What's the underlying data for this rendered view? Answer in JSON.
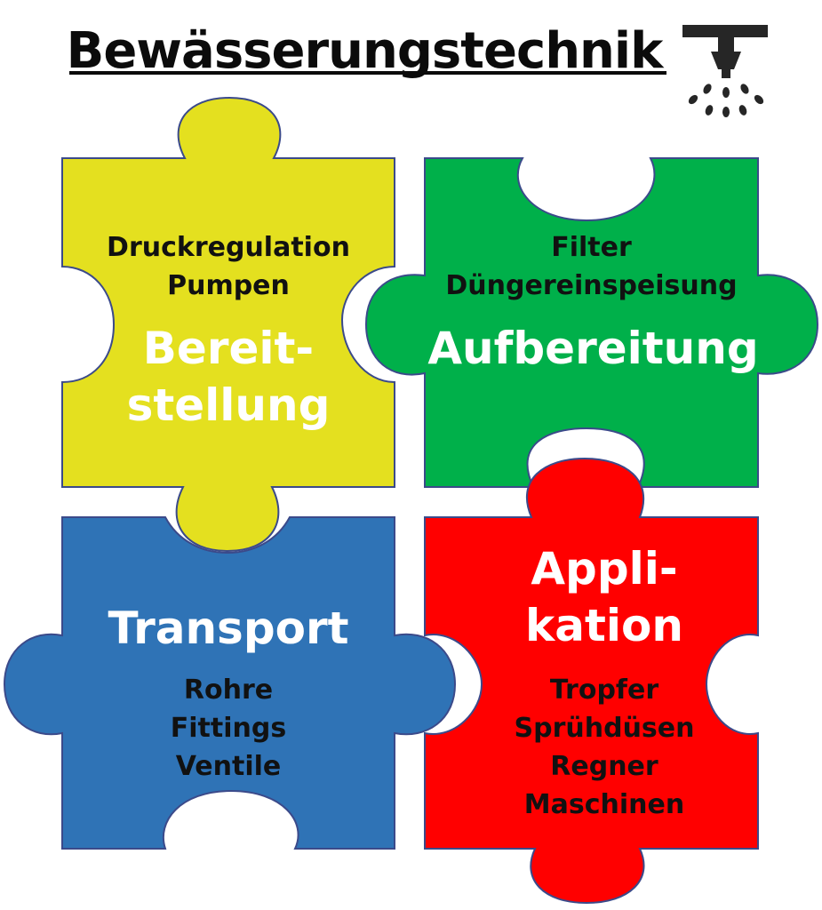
{
  "title": "Bewässerungstechnik",
  "colors": {
    "yellow": "#e4e01f",
    "green": "#00b04a",
    "blue": "#2f73b6",
    "red": "#ff0000",
    "outline": "#3b4a8a"
  },
  "icon": "sprinkler-icon",
  "pieces": {
    "bereitstellung": {
      "items": [
        "Druckregulation",
        "Pumpen"
      ],
      "heading": [
        "Bereit-",
        "stellung"
      ]
    },
    "aufbereitung": {
      "items": [
        "Filter",
        "Düngereinspeisung"
      ],
      "heading": [
        "Aufbereitung"
      ]
    },
    "transport": {
      "heading": [
        "Transport"
      ],
      "items": [
        "Rohre",
        "Fittings",
        "Ventile"
      ]
    },
    "applikation": {
      "heading": [
        "Appli-",
        "kation"
      ],
      "items": [
        "Tropfer",
        "Sprühdüsen",
        "Regner",
        "Maschinen"
      ]
    }
  }
}
